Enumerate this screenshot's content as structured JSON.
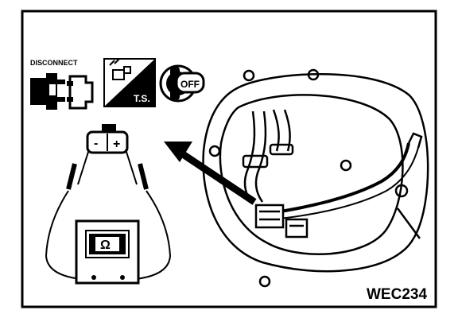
{
  "icons": {
    "disconnect_label": "DISCONNECT",
    "ts_label": "T.S.",
    "off_label": "OFF"
  },
  "battery": {
    "minus_label": "-",
    "plus_label": "+"
  },
  "meter": {
    "symbol": "Ω"
  },
  "figure_code": "WEC234"
}
